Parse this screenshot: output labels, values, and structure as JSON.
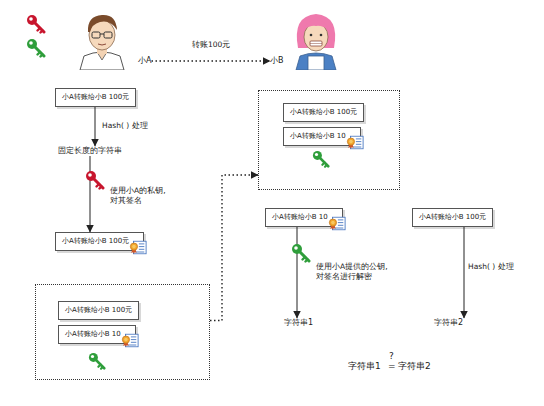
{
  "diagram": {
    "nodes": [
      {
        "text": [
          "小A"
        ]
      },
      {
        "text": [
          "小B"
        ]
      },
      {
        "text": [
          "小A转账给小B 100元"
        ]
      },
      {
        "text": []
      },
      {
        "text": [
          "小A转账给小B 100元"
        ],
        "in": 3
      },
      {
        "text": [
          "小A转账给小B 10"
        ],
        "in": 3
      },
      {
        "text": [
          "固定长度的字符串"
        ]
      },
      {
        "text": [
          "小A转账给小B 100元"
        ]
      },
      {
        "text": [
          "小A转账给小B 10"
        ]
      },
      {
        "text": [
          "小A转账给小B 100元"
        ]
      },
      {
        "text": []
      },
      {
        "text": [
          "小A转账给小B 100元"
        ],
        "in": 10
      },
      {
        "text": [
          "小A转账给小B 10"
        ],
        "in": 10
      },
      {
        "text": [
          "字符串1"
        ]
      },
      {
        "text": [
          "字符串2"
        ]
      }
    ],
    "edges": [
      {
        "from": 0,
        "to": 1,
        "label": "转账100元",
        "arrow": "to"
      },
      {
        "from": 2,
        "to": 6,
        "label": "Hash( ) 处理",
        "arrow": "to"
      },
      {
        "from": 6,
        "to": 7,
        "label": "使用小A的私钥, 对其签名",
        "arrow": "to"
      },
      {
        "from": 10,
        "to": 3,
        "arrow": "to"
      },
      {
        "from": 8,
        "to": 13,
        "label": "使用小A提供的公钥, 对签名进行解密",
        "arrow": "to"
      },
      {
        "from": 9,
        "to": 14,
        "label": "Hash( ) 处理",
        "arrow": "to"
      }
    ],
    "labels": [
      "字符串1",
      "?",
      "=",
      "字符串2"
    ]
  }
}
